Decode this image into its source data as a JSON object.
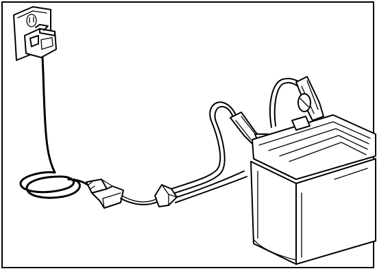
{
  "figure": {
    "subject": "battery-charging-illustration",
    "components": [
      "wall-outlet",
      "charger-plug",
      "charger-cord",
      "cord-connector",
      "battery-leads",
      "clamp-positive",
      "clamp-negative",
      "battery"
    ],
    "colors": {
      "line": "#000000",
      "background": "#ffffff"
    }
  }
}
